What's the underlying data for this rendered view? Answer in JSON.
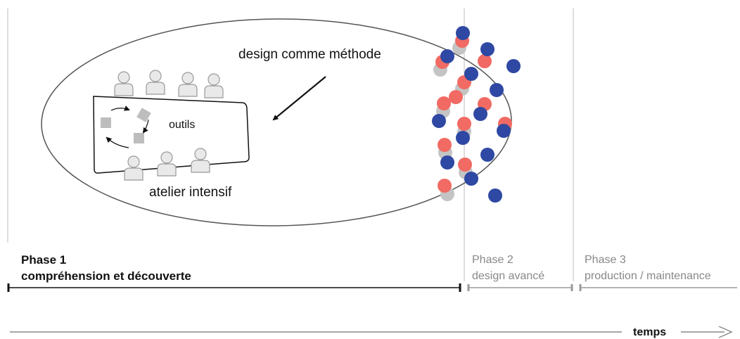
{
  "diagram": {
    "method_label": "design comme méthode",
    "workshop_label": "atelier intensif",
    "tools_label": "outils",
    "time_label": "temps",
    "colors": {
      "red": "#f16a63",
      "blue": "#2e48a3",
      "grey": "#c4c4c4",
      "ink": "#111111",
      "muted": "#8a8a8a"
    }
  },
  "phases": [
    {
      "name": "Phase 1",
      "desc": "compréhension et découverte"
    },
    {
      "name": "Phase 2",
      "desc": "design avancé"
    },
    {
      "name": "Phase 3",
      "desc": "production / maintenance"
    }
  ]
}
